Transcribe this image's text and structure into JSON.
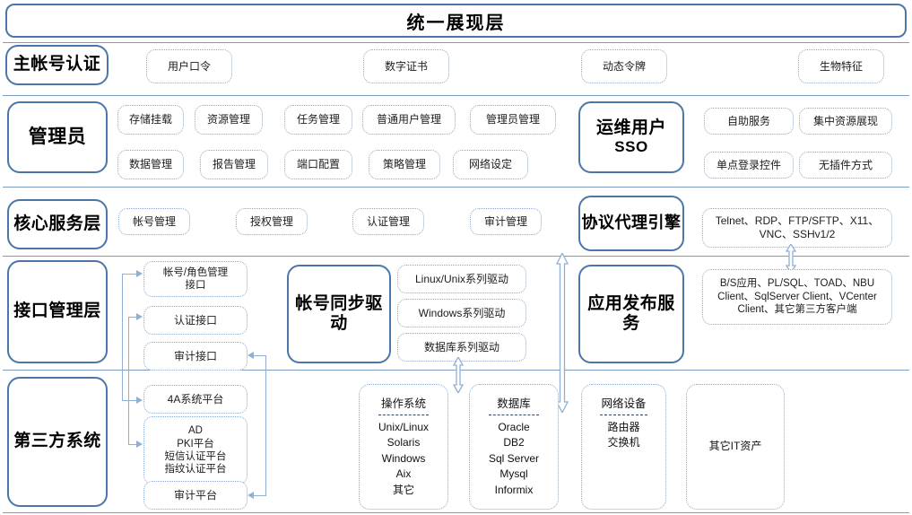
{
  "header": {
    "title": "统一展现层"
  },
  "rows": {
    "auth": {
      "label": "主帐号认证",
      "items": [
        "用户口令",
        "数字证书",
        "动态令牌",
        "生物特征"
      ]
    },
    "admin": {
      "label": "管理员",
      "items_row1": [
        "存储挂载",
        "资源管理",
        "任务管理",
        "普通用户管理",
        "管理员管理"
      ],
      "items_row2": [
        "数据管理",
        "报告管理",
        "端口配置",
        "策略管理",
        "网络设定"
      ],
      "sso_label_line1": "运维用户",
      "sso_label_line2": "SSO",
      "sso_items_row1": [
        "自助服务",
        "集中资源展现"
      ],
      "sso_items_row2": [
        "单点登录控件",
        "无插件方式"
      ]
    },
    "core": {
      "label": "核心服务层",
      "items": [
        "帐号管理",
        "授权管理",
        "认证管理",
        "审计管理"
      ],
      "proxy_label": "协议代理引擎",
      "proxy_text_line1": "Telnet、RDP、FTP/SFTP、X11、",
      "proxy_text_line2": "VNC、SSHv1/2"
    },
    "interface": {
      "label": "接口管理层",
      "items": [
        "帐号/角色管理接口",
        "认证接口",
        "审计接口"
      ],
      "sync_label": "帐号同步驱动",
      "drivers": [
        "Linux/Unix系列驱动",
        "Windows系列驱动",
        "数据库系列驱动"
      ],
      "publish_label": "应用发布服务",
      "publish_text_line1": "B/S应用、PL/SQL、TOAD、NBU",
      "publish_text_line2": "Client、SqlServer Client、VCenter",
      "publish_text_line3": "Client、其它第三方客户端"
    },
    "third_party": {
      "label": "第三方系统",
      "platforms": [
        {
          "name": "4A系统平台",
          "lines": [
            "4A系统平台"
          ]
        },
        {
          "name": "ad-pki",
          "lines": [
            "AD",
            "PKI平台",
            "短信认证平台",
            "指纹认证平台"
          ]
        },
        {
          "name": "审计平台",
          "lines": [
            "审计平台"
          ]
        }
      ],
      "resources": [
        {
          "title": "操作系统",
          "items": [
            "Unix/Linux",
            "Solaris",
            "Windows",
            "Aix",
            "其它"
          ]
        },
        {
          "title": "数据库",
          "items": [
            "Oracle",
            "DB2",
            "Sql Server",
            "Mysql",
            "Informix"
          ]
        },
        {
          "title": "网络设备",
          "items": [
            "路由器",
            "交换机"
          ]
        }
      ],
      "other_asset": "其它IT资产"
    }
  },
  "colors": {
    "frame_blue": "#4a76a8",
    "dashed_blue": "#8ea9c9",
    "connector_blue": "#8fb0d4",
    "rule_blue": "#7e9cc0"
  }
}
